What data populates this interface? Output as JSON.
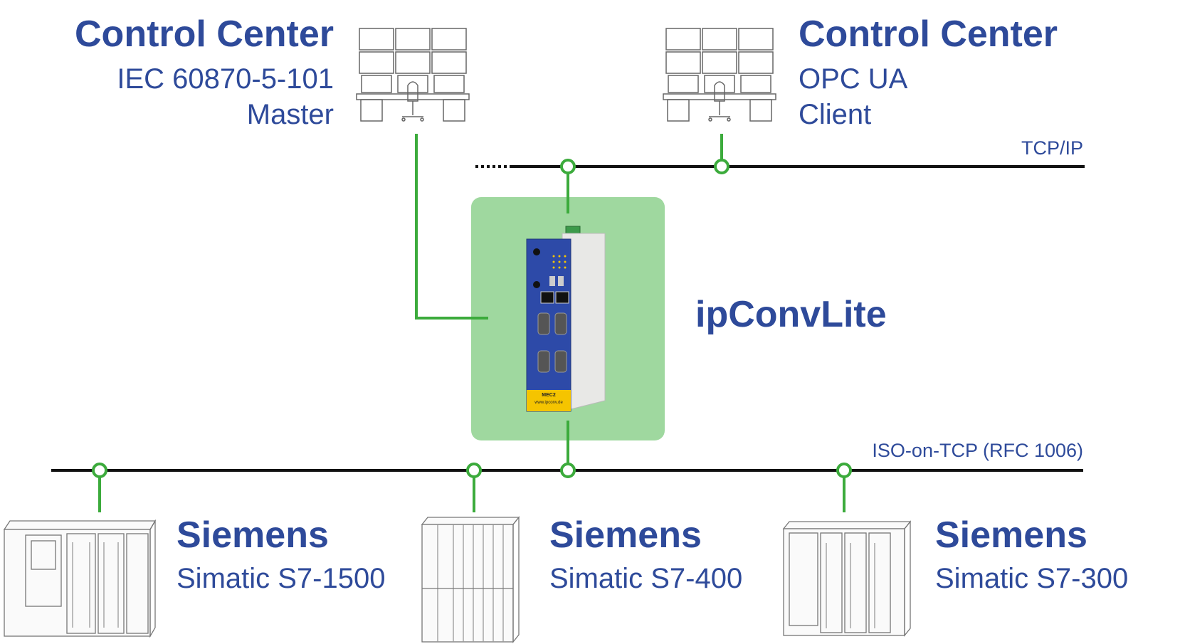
{
  "control_centers": [
    {
      "title": "Control Center",
      "line1": "IEC 60870-5-101",
      "line2": "Master"
    },
    {
      "title": "Control Center",
      "line1": "OPC UA",
      "line2": "Client"
    }
  ],
  "gateway": {
    "name": "ipConvLite",
    "device_label": "MEC2",
    "device_url": "www.ipconv.de"
  },
  "networks": {
    "top": "TCP/IP",
    "bottom": "ISO-on-TCP (RFC 1006)"
  },
  "plcs": [
    {
      "brand": "Siemens",
      "model": "Simatic S7-1500"
    },
    {
      "brand": "Siemens",
      "model": "Simatic S7-400"
    },
    {
      "brand": "Siemens",
      "model": "Simatic S7-300"
    }
  ],
  "colors": {
    "text": "#2e4a9a",
    "link": "#3cab3c",
    "bus": "#111111",
    "gateway_bg": "#9fd89f",
    "device_blue": "#2d4aa8",
    "device_yellow": "#f5c400"
  }
}
